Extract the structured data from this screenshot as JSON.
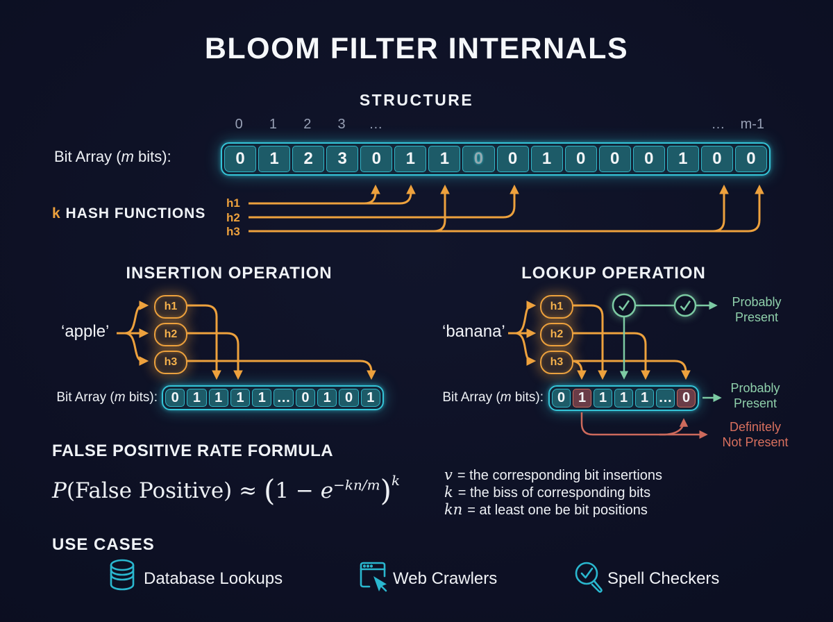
{
  "colors": {
    "background": "#0c0f22",
    "teal": "#35c5d8",
    "cell_fill": "#1d5b68",
    "orange": "#eda13d",
    "green": "#7ccaa3",
    "salmon": "#d9705e",
    "maroon_cell": "#6a3c47",
    "index_gray": "#98a0b5"
  },
  "title": "BLOOM FILTER INTERNALS",
  "bit_array_label": {
    "prefix": "Bit Array (",
    "m": "m",
    "suffix": " bits):"
  },
  "structure": {
    "heading": "STRUCTURE",
    "index_labels": [
      "0",
      "1",
      "2",
      "3",
      "…",
      "",
      "",
      "",
      "",
      "",
      "",
      "",
      "",
      "",
      "…",
      "m-1"
    ],
    "cells": [
      "0",
      "1",
      "2",
      "3",
      "0",
      "1",
      "1",
      "0",
      "0",
      "1",
      "0",
      "0",
      "0",
      "1",
      "0",
      "0"
    ],
    "ghost_cell_index": 7,
    "hash_label": {
      "k": "k",
      "rest": " HASH FUNCTIONS"
    },
    "hash_fn_labels": [
      "h1",
      "h2",
      "h3"
    ]
  },
  "insertion": {
    "heading": "INSERTION OPERATION",
    "key": "‘apple’",
    "hashes": [
      "h1",
      "h2",
      "h3"
    ],
    "cells": [
      "0",
      "1",
      "1",
      "1",
      "1",
      "…",
      "0",
      "1",
      "0",
      "1"
    ]
  },
  "lookup": {
    "heading": "LOOKUP OPERATION",
    "key": "‘banana’",
    "hashes": [
      "h1",
      "h2",
      "h3"
    ],
    "cells": [
      "0",
      "1",
      "1",
      "1",
      "1",
      "…",
      "0"
    ],
    "highlight_indices": [
      1,
      6
    ],
    "probably_present_top": [
      "Probably",
      "Present"
    ],
    "probably_present_side": [
      "Probably",
      "Present"
    ],
    "definitely_not_present": [
      "Definitely",
      "Not Present"
    ]
  },
  "formula_section": {
    "heading": "FALSE POSITIVE RATE FORMULA",
    "formula": {
      "P": "P",
      "args": "(False Positive)",
      "approx": " ≈ ",
      "open": "(",
      "one": "1 − ",
      "e": "e",
      "exponent": "−kn/m",
      "close": ")",
      "power": "k"
    }
  },
  "legend": {
    "items": [
      {
        "var": "v",
        "text": "= the corresponding bit insertions"
      },
      {
        "var": "k",
        "text": "= the biss of corresponding bits"
      },
      {
        "var": "kn",
        "text": "= at least one be bit positions"
      }
    ]
  },
  "use_cases": {
    "heading": "USE CASES",
    "items": [
      {
        "icon": "database-icon",
        "label": "Database Lookups"
      },
      {
        "icon": "browser-cursor-icon",
        "label": "Web Crawlers"
      },
      {
        "icon": "magnifier-check-icon",
        "label": "Spell Checkers"
      }
    ]
  }
}
